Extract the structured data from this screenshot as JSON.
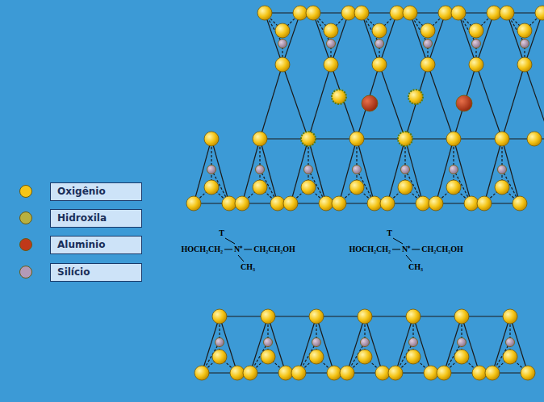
{
  "diagram": {
    "labels": [
      "T",
      "HOCH₂CH₂",
      "N⁺",
      "CH₂CH₂OH",
      "CH₃",
      "T",
      "HOCH₂CH₂",
      "N⁺",
      "CH₂CH₂OH",
      "CH₃"
    ],
    "legend": [
      {
        "text": "Oxigênio",
        "color": "#f5c518"
      },
      {
        "text": "Hidroxila",
        "color": "#b8b040"
      },
      {
        "text": "Aluminio",
        "color": "#c0391a"
      },
      {
        "text": "Silício",
        "color": "#b39ab8"
      }
    ]
  }
}
